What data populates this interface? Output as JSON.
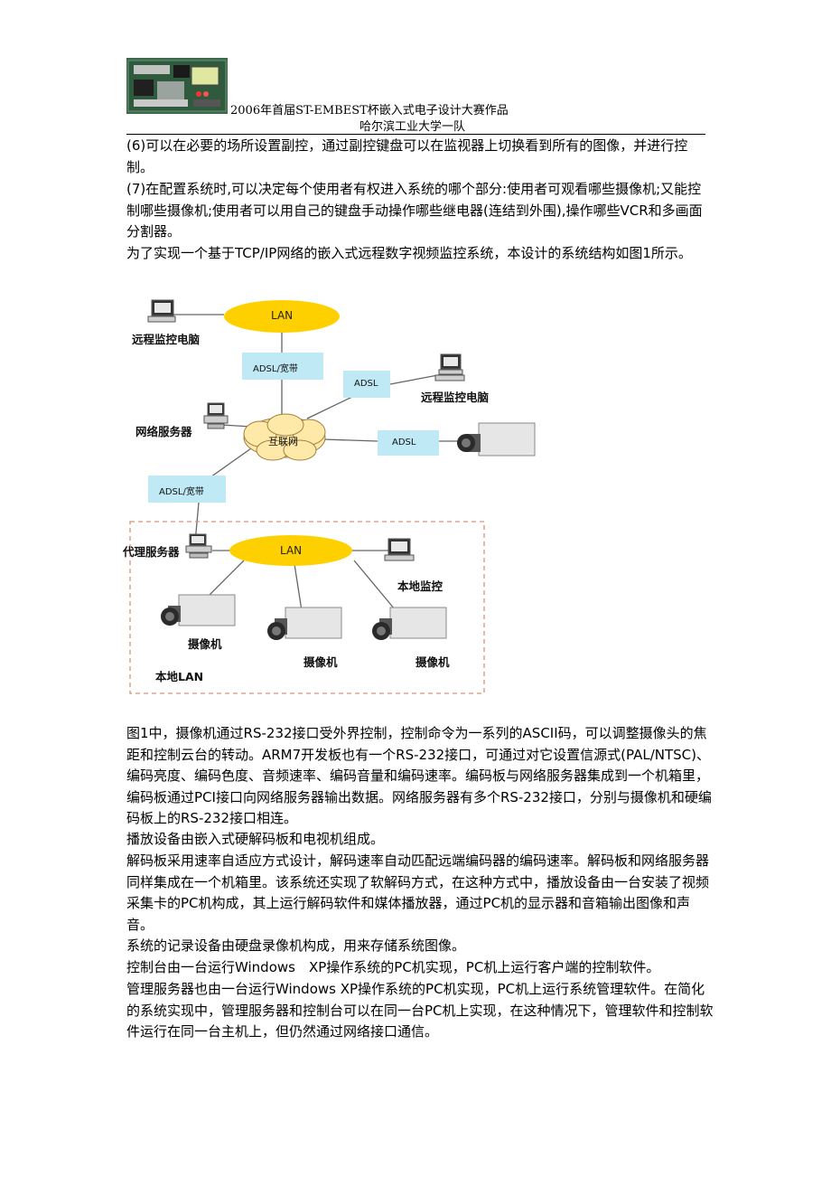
{
  "header": {
    "line1": "2006年首届ST-EMBEST杯嵌入式电子设计大赛作品",
    "line2": "哈尔滨工业大学一队"
  },
  "paragraphs": {
    "p1": "(6)可以在必要的场所设置副控，通过副控键盘可以在监视器上切换看到所有的图像，并进行控制。",
    "p2": "(7)在配置系统时,可以决定每个使用者有权进入系统的哪个部分:使用者可观看哪些摄像机;又能控制哪些摄像机;使用者可以用自己的键盘手动操作哪些继电器(连结到外围),操作哪些VCR和多画面分割器。",
    "p3": "为了实现一个基于TCP/IP网络的嵌入式远程数字视频监控系统，本设计的系统结构如图1所示。",
    "p4": "图1中，摄像机通过RS-232接口受外界控制，控制命令为一系列的ASCII码，可以调整摄像头的焦距和控制云台的转动。ARM7开发板也有一个RS-232接口，可通过对它设置信源式(PAL/NTSC)、编码亮度、编码色度、音频速率、编码音量和编码速率。编码板与网络服务器集成到一个机箱里，编码板通过PCI接口向网络服务器输出数据。网络服务器有多个RS-232接口，分别与摄像机和硬编码板上的RS-232接口相连。",
    "p5": "播放设备由嵌入式硬解码板和电视机组成。",
    "p6": "解码板采用速率自适应方式设计，解码速率自动匹配远端编码器的编码速率。解码板和网络服务器同样集成在一个机箱里。该系统还实现了软解码方式，在这种方式中，播放设备由一台安装了视频采集卡的PC机构成，其上运行解码软件和媒体播放器，通过PC机的显示器和音箱输出图像和声音。",
    "p7": "系统的记录设备由硬盘录像机构成，用来存储系统图像。",
    "p8": "控制台由一台运行Windows　XP操作系统的PC机实现，PC机上运行客户端的控制软件。",
    "p9": "管理服务器也由一台运行Windows XP操作系统的PC机实现，PC机上运行系统管理软件。在简化的系统实现中，管理服务器和控制台可以在同一台PC机上实现，在这种情况下，管理软件和控制软件运行在同一台主机上，但仍然通过网络接口通信。"
  },
  "figure": {
    "lan_top": "LAN",
    "remote_pc_1": "远程监控电脑",
    "adsl_wideband_1": "ADSL/宽带",
    "adsl_1": "ADSL",
    "remote_pc_2": "远程监控电脑",
    "network_server": "网络服务器",
    "internet": "互联网",
    "adsl_2": "ADSL",
    "adsl_wideband_2": "ADSL/宽带",
    "proxy_server": "代理服务器",
    "lan_bottom": "LAN",
    "local_monitor": "本地监控",
    "camera_1": "摄像机",
    "camera_2": "摄像机",
    "camera_3": "摄像机",
    "local_lan": "本地LAN"
  },
  "colors": {
    "lan_fill": "#ffd000",
    "cloud_fill": "#ffe9a8",
    "box_fill": "#bfe9f5",
    "dashed_border": "#d8907a"
  }
}
